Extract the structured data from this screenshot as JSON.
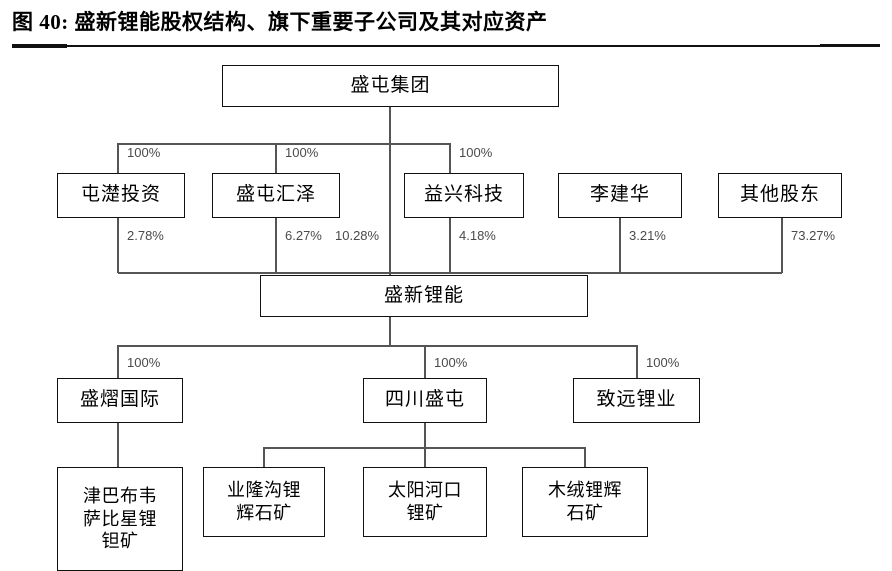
{
  "figure": {
    "number_label": "图 40:",
    "title": "图 40:  盛新锂能股权结构、旗下重要子公司及其对应资产",
    "title_text": "盛新锂能股权结构、旗下重要子公司及其对应资产"
  },
  "chart_data": {
    "type": "diagram",
    "diagram_kind": "org-chart-ownership-structure",
    "title": "图 40:  盛新锂能股权结构、旗下重要子公司及其对应资产",
    "nodes": [
      {
        "id": "shengtun_group",
        "label": "盛屯集团",
        "tier": 1
      },
      {
        "id": "tunchu_invest",
        "label": "屯濋投资",
        "tier": 2
      },
      {
        "id": "shengtun_huize",
        "label": "盛屯汇泽",
        "tier": 2
      },
      {
        "id": "yixing_tech",
        "label": "益兴科技",
        "tier": 2
      },
      {
        "id": "li_jianhua",
        "label": "李建华",
        "tier": 2
      },
      {
        "id": "other_holders",
        "label": "其他股东",
        "tier": 2
      },
      {
        "id": "shengxin_lineng",
        "label": "盛新锂能",
        "tier": 3
      },
      {
        "id": "shengyi_intl",
        "label": "盛熠国际",
        "tier": 4
      },
      {
        "id": "sichuan_shengtun",
        "label": "四川盛屯",
        "tier": 4
      },
      {
        "id": "zhiyuan_liye",
        "label": "致远锂业",
        "tier": 4
      },
      {
        "id": "zimbabwe_mine",
        "label": "津巴布韦\n萨比星锂\n钽矿",
        "tier": 5
      },
      {
        "id": "yelonggou_mine",
        "label": "业隆沟锂\n辉石矿",
        "tier": 5
      },
      {
        "id": "taiyanghekou_mine",
        "label": "太阳河口\n锂矿",
        "tier": 5
      },
      {
        "id": "murong_mine",
        "label": "木绒锂辉\n石矿",
        "tier": 5
      }
    ],
    "edges": [
      {
        "from": "shengtun_group",
        "to": "tunchu_invest",
        "label": "100%"
      },
      {
        "from": "shengtun_group",
        "to": "shengtun_huize",
        "label": "100%"
      },
      {
        "from": "shengtun_group",
        "to": "yixing_tech",
        "label": "100%"
      },
      {
        "from": "tunchu_invest",
        "to": "shengxin_lineng",
        "label": "2.78%"
      },
      {
        "from": "shengtun_huize",
        "to": "shengxin_lineng",
        "label": "6.27%"
      },
      {
        "from": "shengtun_group",
        "to": "shengxin_lineng",
        "label": "10.28%"
      },
      {
        "from": "yixing_tech",
        "to": "shengxin_lineng",
        "label": "4.18%"
      },
      {
        "from": "li_jianhua",
        "to": "shengxin_lineng",
        "label": "3.21%"
      },
      {
        "from": "other_holders",
        "to": "shengxin_lineng",
        "label": "73.27%"
      },
      {
        "from": "shengxin_lineng",
        "to": "shengyi_intl",
        "label": "100%"
      },
      {
        "from": "shengxin_lineng",
        "to": "sichuan_shengtun",
        "label": "100%"
      },
      {
        "from": "shengxin_lineng",
        "to": "zhiyuan_liye",
        "label": "100%"
      },
      {
        "from": "shengyi_intl",
        "to": "zimbabwe_mine",
        "label": ""
      },
      {
        "from": "sichuan_shengtun",
        "to": "yelonggou_mine",
        "label": ""
      },
      {
        "from": "sichuan_shengtun",
        "to": "taiyanghekou_mine",
        "label": ""
      },
      {
        "from": "sichuan_shengtun",
        "to": "murong_mine",
        "label": ""
      }
    ]
  },
  "tier1": {
    "shengtun_group": "盛屯集团"
  },
  "tier2": {
    "tunchu_invest": "屯濋投资",
    "shengtun_huize": "盛屯汇泽",
    "yixing_tech": "益兴科技",
    "li_jianhua": "李建华",
    "other_holders": "其他股东"
  },
  "tier3": {
    "shengxin_lineng": "盛新锂能"
  },
  "tier4": {
    "shengyi_intl": "盛熠国际",
    "sichuan_shengtun": "四川盛屯",
    "zhiyuan_liye": "致远锂业"
  },
  "tier5": {
    "zimbabwe_mine": "津巴布韦\n萨比星锂\n钽矿",
    "yelonggou_mine": "业隆沟锂\n辉石矿",
    "taiyanghekou_mine": "太阳河口\n锂矿",
    "murong_mine": "木绒锂辉\n石矿"
  },
  "percents": {
    "p_group_to_tunchu": "100%",
    "p_group_to_huize": "100%",
    "p_group_to_yixing": "100%",
    "p_tunchu_to_shengxin": "2.78%",
    "p_huize_to_shengxin": "6.27%",
    "p_group_to_shengxin": "10.28%",
    "p_yixing_to_shengxin": "4.18%",
    "p_li_to_shengxin": "3.21%",
    "p_other_to_shengxin": "73.27%",
    "p_shengxin_to_shengyi": "100%",
    "p_shengxin_to_sichuan": "100%",
    "p_shengxin_to_zhiyuan": "100%"
  },
  "colors": {
    "line": "#555555",
    "box_border": "#111111",
    "text": "#000000",
    "percent_text": "#4a4a4a",
    "rule": "#111111",
    "background": "#ffffff"
  }
}
